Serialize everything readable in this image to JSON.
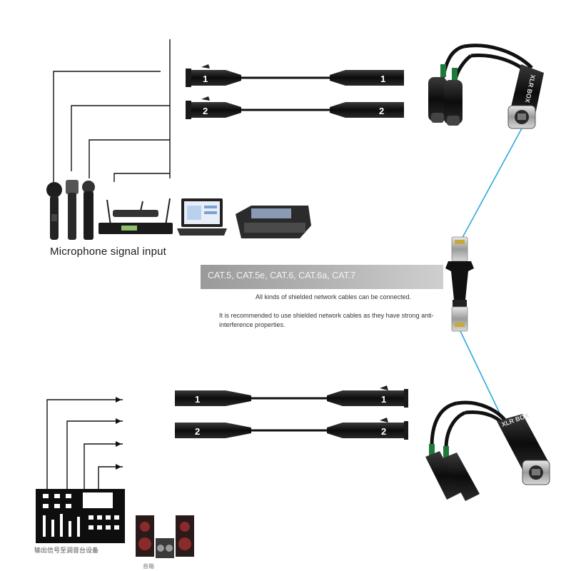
{
  "captions": {
    "mic_input": "Microphone signal input",
    "cable_types": "CAT.5, CAT.5e, CAT.6, CAT.6a, CAT.7",
    "note_cables": "All kinds of shielded network cables can be connected.",
    "note_recommend": "It is recommended to use shielded network cables as they have strong anti-interference properties.",
    "output_cn": "输出信号至调音台设备",
    "speaker_cn": "音箱"
  },
  "xlr_channels": {
    "top": [
      "1",
      "2"
    ],
    "bottom": [
      "1",
      "2"
    ]
  },
  "box_labels": {
    "top": "XLR BOX",
    "bottom": "XLR BOX"
  },
  "colors": {
    "network_cable": "#2fa7dc",
    "device_body": "#141414",
    "cable_bar": "#a8a8a8"
  },
  "icons": [
    "microphone-icon",
    "wireless-receiver-icon",
    "laptop-icon",
    "mixing-console-icon",
    "speaker-icon",
    "rj45-plug-icon",
    "xlr-connector-icon"
  ]
}
